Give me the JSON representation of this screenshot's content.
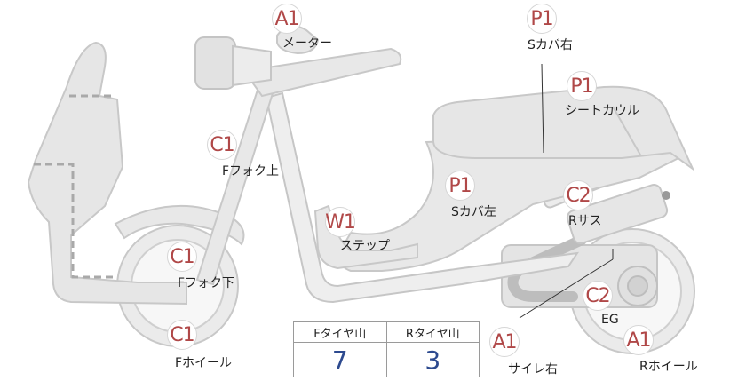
{
  "colors": {
    "body_fill": "#e6e6e6",
    "body_stroke": "#c8c8c8",
    "frame_fill": "#eeeeee",
    "dash": "#a9a9a9",
    "badge_text": "#b04848",
    "score_text": "#2d4a8f",
    "leader_line": "#333333"
  },
  "labels": [
    {
      "id": "meter",
      "code": "A1",
      "name": "メーター"
    },
    {
      "id": "s-cover-right",
      "code": "P1",
      "name": "Sカバ右"
    },
    {
      "id": "seat-cowl",
      "code": "P1",
      "name": "シートカウル"
    },
    {
      "id": "f-fork-upper",
      "code": "C1",
      "name": "Fフォク上"
    },
    {
      "id": "s-cover-left",
      "code": "P1",
      "name": "Sカバ左"
    },
    {
      "id": "r-suspension",
      "code": "C2",
      "name": "Rサス"
    },
    {
      "id": "step",
      "code": "W1",
      "name": "ステップ"
    },
    {
      "id": "f-fork-lower",
      "code": "C1",
      "name": "Fフォク下"
    },
    {
      "id": "engine",
      "code": "C2",
      "name": "EG"
    },
    {
      "id": "f-wheel",
      "code": "C1",
      "name": "Fホイール"
    },
    {
      "id": "muffler-right",
      "code": "A1",
      "name": "サイレ右"
    },
    {
      "id": "r-wheel",
      "code": "A1",
      "name": "Rホイール"
    }
  ],
  "tires": {
    "front_header": "Fタイヤ山",
    "rear_header": "Rタイヤ山",
    "front_value": "7",
    "rear_value": "3"
  }
}
